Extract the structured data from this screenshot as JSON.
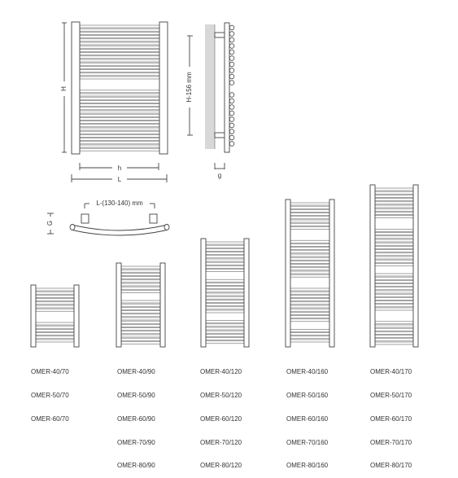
{
  "colors": {
    "line": "#444444",
    "bar_fill": "#ffffff",
    "bar_stroke": "#666666",
    "wall_shade": "#d8d8d8",
    "text": "#333333"
  },
  "dimensions": {
    "height_label": "H",
    "width_inner_label": "h",
    "width_outer_label": "L",
    "side_height_label": "H-156 mm",
    "side_depth_label": "g",
    "pipe_spacing_label": "L-(130-140) mm",
    "pipe_depth_label": "G"
  },
  "models": [
    {
      "labels": [
        "OMER-40/70",
        "OMER-50/70",
        "OMER-60/70"
      ]
    },
    {
      "labels": [
        "OMER-40/90",
        "OMER-50/90",
        "OMER-60/90",
        "OMER-70/90",
        "OMER-80/90"
      ]
    },
    {
      "labels": [
        "OMER-40/120",
        "OMER-50/120",
        "OMER-60/120",
        "OMER-70/120",
        "OMER-80/120"
      ]
    },
    {
      "labels": [
        "OMER-40/160",
        "OMER-50/160",
        "OMER-60/160",
        "OMER-70/160",
        "OMER-80/160"
      ]
    },
    {
      "labels": [
        "OMER-40/170",
        "OMER-50/170",
        "OMER-60/170",
        "OMER-70/170",
        "OMER-80/170"
      ]
    }
  ]
}
